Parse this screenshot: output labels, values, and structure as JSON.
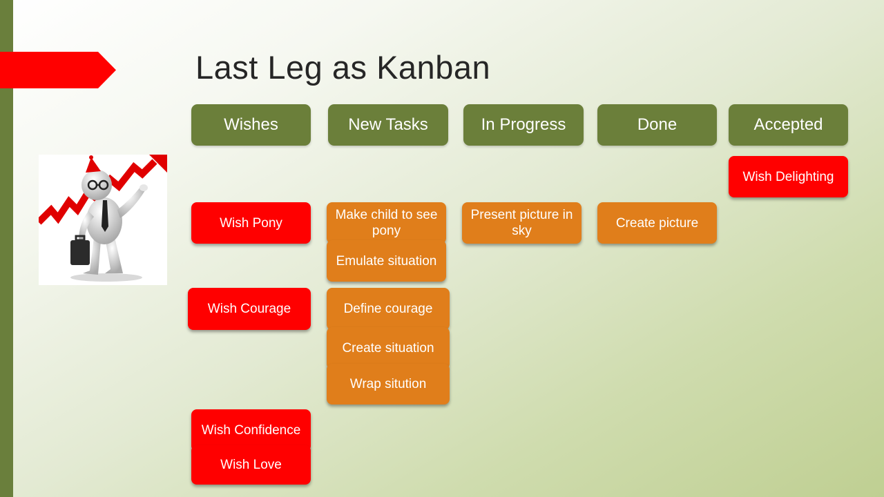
{
  "slide": {
    "title": "Last Leg as Kanban"
  },
  "columns": [
    {
      "label": "Wishes"
    },
    {
      "label": "New Tasks"
    },
    {
      "label": "In Progress"
    },
    {
      "label": "Done"
    },
    {
      "label": "Accepted"
    }
  ],
  "cards": {
    "wish_delighting": "Wish Delighting",
    "wish_pony": "Wish Pony",
    "make_child": "Make child to see pony",
    "emulate_situation": "Emulate situation",
    "present_picture": "Present picture in sky",
    "create_picture": "Create picture",
    "wish_courage": "Wish Courage",
    "define_courage": "Define courage",
    "create_situation": "Create situation",
    "wrap_sitution": "Wrap sitution",
    "wish_confidence": "Wish Confidence",
    "wish_love": "Wish Love"
  },
  "colors": {
    "header_green": "#6b7f3a",
    "wish_red": "#ff0000",
    "task_orange": "#e07e1b",
    "accent_bar": "#6a7f3c"
  },
  "illustration": {
    "icon": "businessman-with-rising-chart-icon"
  }
}
